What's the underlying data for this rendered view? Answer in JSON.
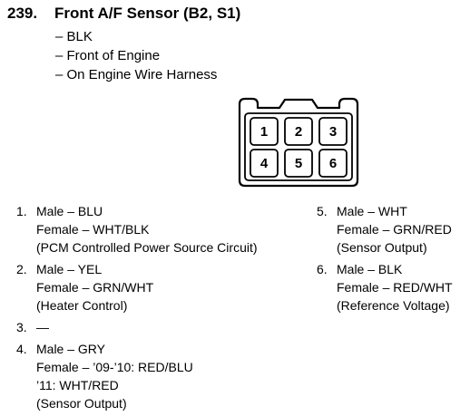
{
  "header": {
    "number": "239.",
    "title": "Front A/F Sensor (B2, S1)"
  },
  "details": [
    "– BLK",
    "– Front of Engine",
    "– On Engine Wire Harness"
  ],
  "connector_pins": [
    "1",
    "2",
    "3",
    "4",
    "5",
    "6"
  ],
  "pins_left": [
    {
      "num": "1.",
      "lines": [
        "Male – BLU",
        "Female – WHT/BLK",
        "(PCM Controlled Power Source Circuit)"
      ]
    },
    {
      "num": "2.",
      "lines": [
        "Male – YEL",
        "Female – GRN/WHT",
        "(Heater Control)"
      ]
    },
    {
      "num": "3.",
      "lines": [
        "—"
      ]
    },
    {
      "num": "4.",
      "lines": [
        "Male – GRY",
        "Female – ’09-’10: RED/BLU",
        "’11: WHT/RED",
        "(Sensor Output)"
      ]
    }
  ],
  "pins_right": [
    {
      "num": "5.",
      "lines": [
        "Male – WHT",
        "Female – GRN/RED",
        "(Sensor Output)"
      ]
    },
    {
      "num": "6.",
      "lines": [
        "Male – BLK",
        "Female – RED/WHT",
        "(Reference Voltage)"
      ]
    }
  ]
}
